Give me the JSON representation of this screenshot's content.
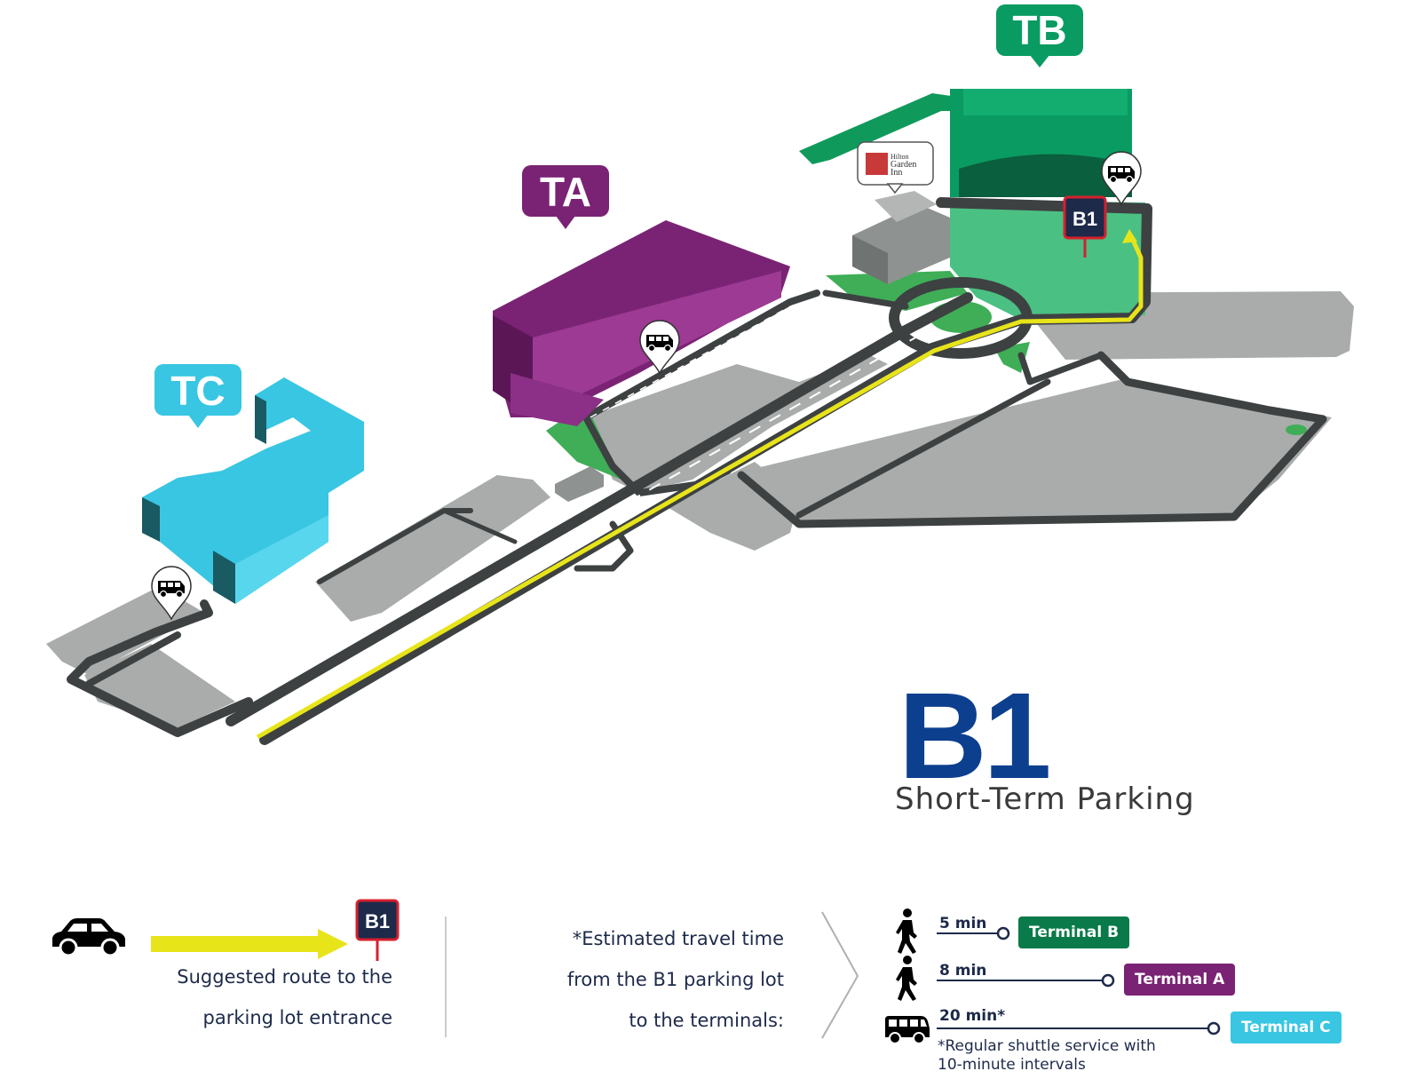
{
  "map": {
    "terminals": {
      "tb": {
        "label": "TB",
        "color": "#0a9b62"
      },
      "ta": {
        "label": "TA",
        "color": "#7a2374"
      },
      "tc": {
        "label": "TC",
        "color": "#38c6e2"
      }
    },
    "hotel_logo": {
      "line1": "Hilton",
      "line2": "Garden",
      "line3": "Inn"
    },
    "b1_sign": "B1",
    "icons": [
      "shuttle-icon",
      "shuttle-icon",
      "shuttle-icon",
      "shuttle-icon"
    ]
  },
  "title": {
    "code": "B1",
    "subtitle": "Short-Term Parking",
    "color": "#0d3f8f"
  },
  "legend": {
    "route_sign": "B1",
    "route_line1": "Suggested route to the",
    "route_line2": "parking lot entrance",
    "route_color": "#e8e41a",
    "estimate_line1": "*Estimated travel time",
    "estimate_line2": "from the B1 parking lot",
    "estimate_line3": "to the terminals:"
  },
  "travel_times": [
    {
      "mode": "walk",
      "icon": "walking-person-icon",
      "time": "5 min",
      "terminal": "Terminal B",
      "color": "#0a7a4a"
    },
    {
      "mode": "walk",
      "icon": "walking-person-icon",
      "time": "8  min",
      "terminal": "Terminal A",
      "color": "#7a2374"
    },
    {
      "mode": "shuttle",
      "icon": "shuttle-icon",
      "time": "20 min*",
      "terminal": "Terminal C",
      "color": "#38c6e2"
    }
  ],
  "shuttle_note": {
    "line1": "*Regular shuttle service with",
    "line2": "10-minute intervals"
  }
}
